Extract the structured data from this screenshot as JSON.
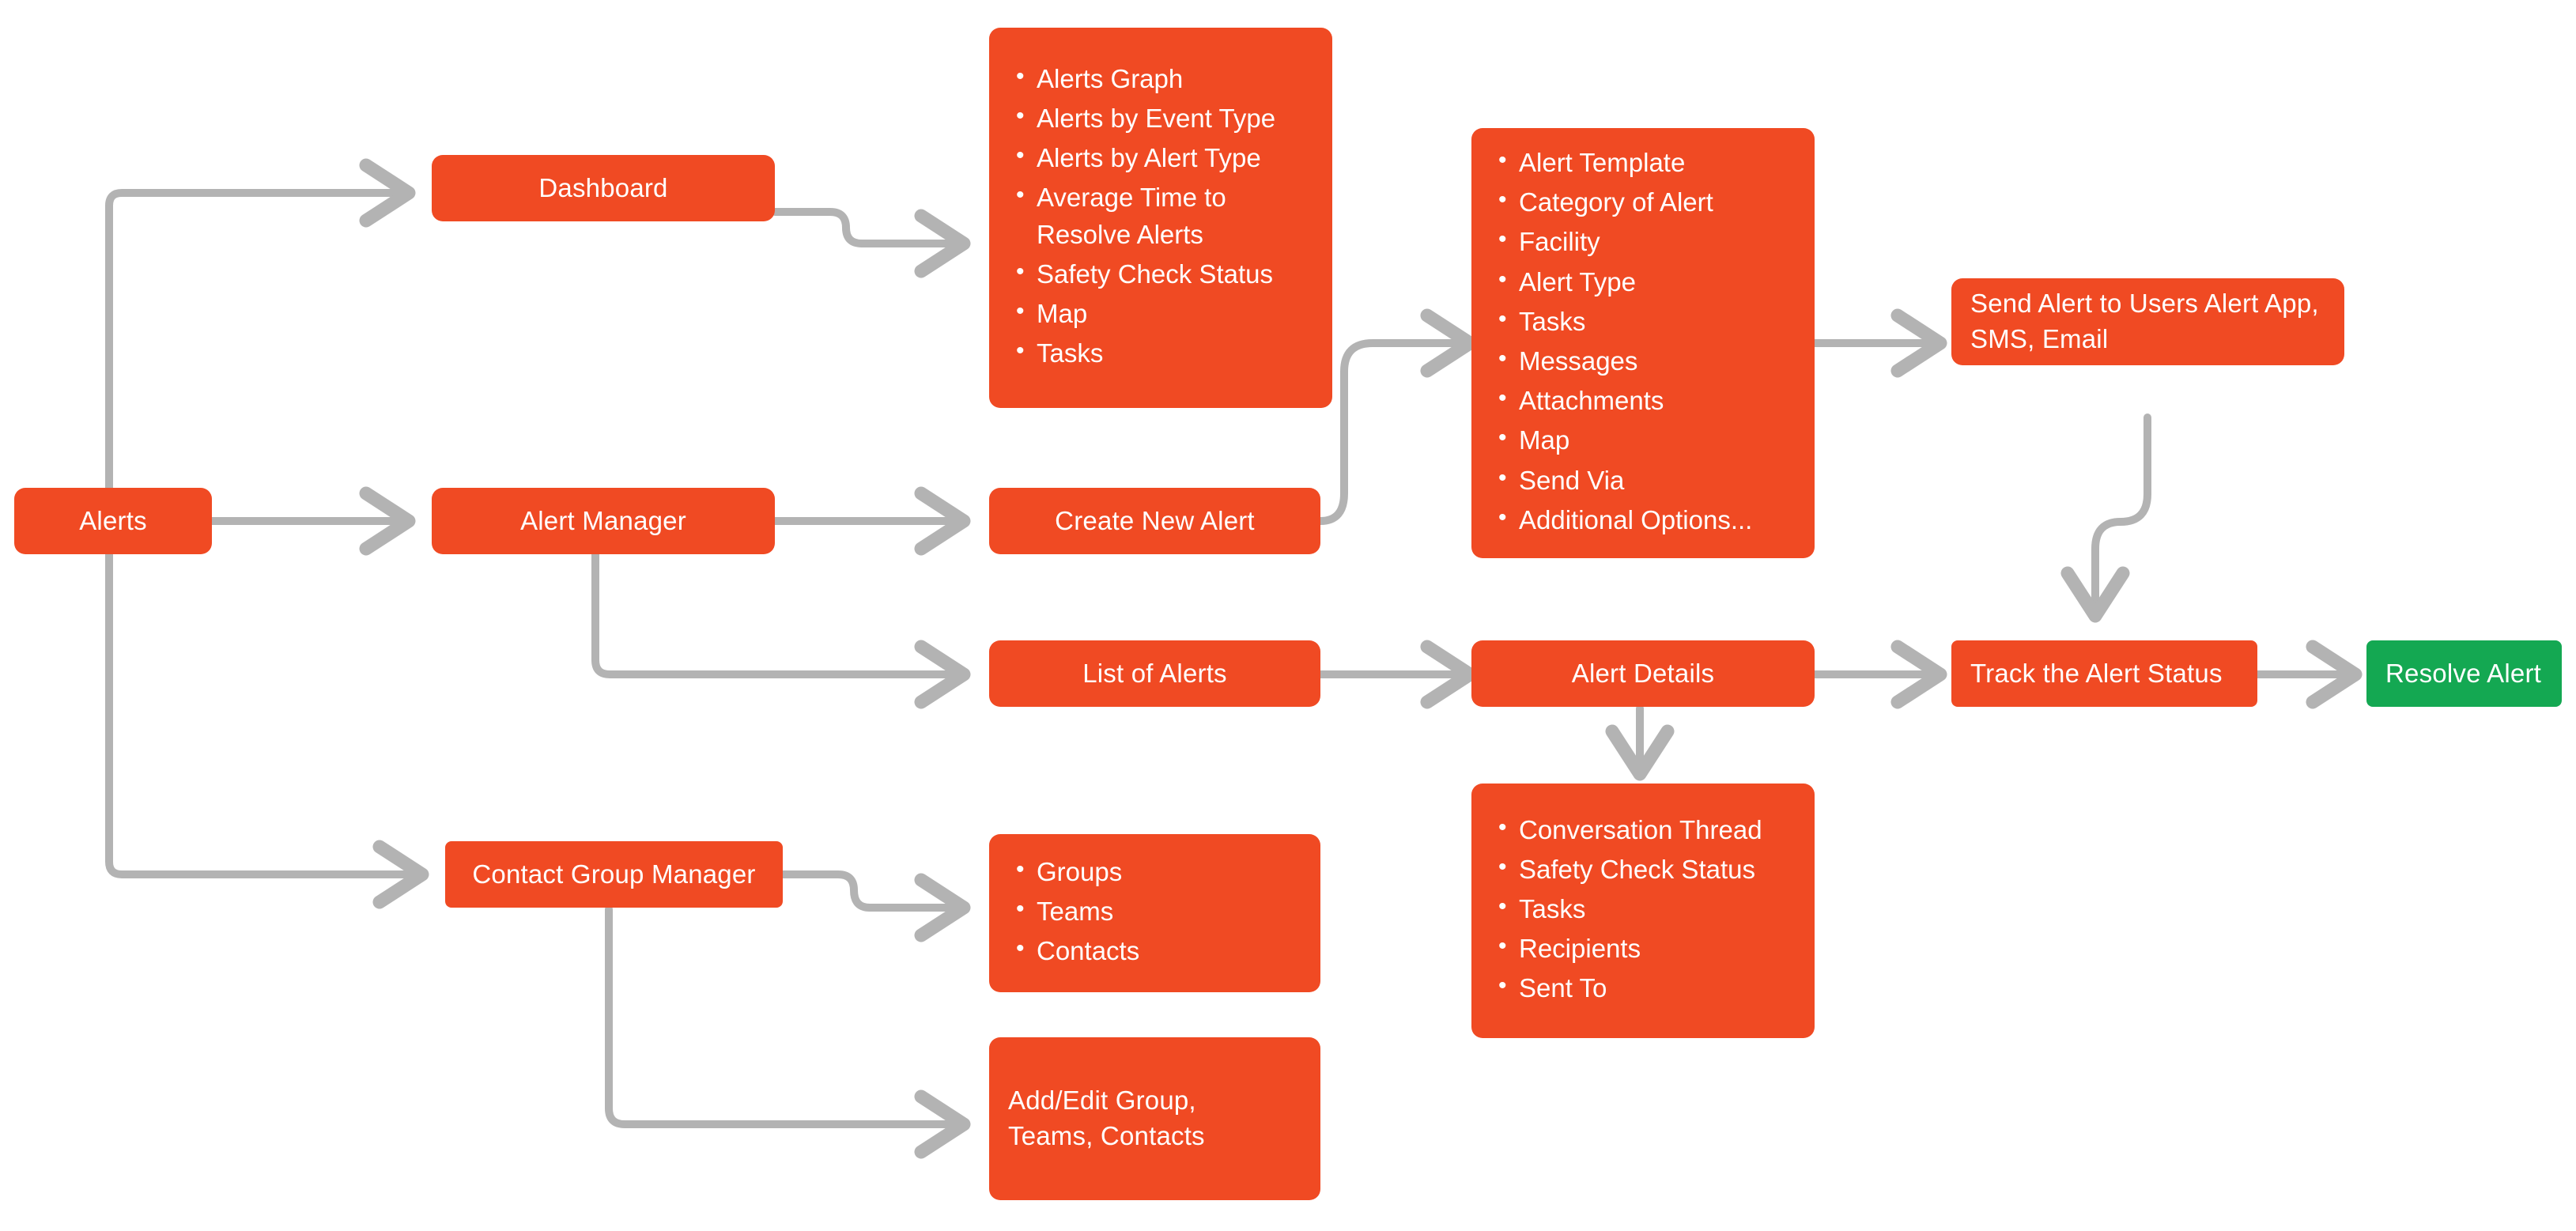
{
  "diagram": {
    "title": "Alerts Module Flow",
    "colors": {
      "primary": "#F04A23",
      "success": "#14A852",
      "connector": "#B3B3B3",
      "text_on_fill": "#FFFFFF",
      "background": "#FFFFFF"
    }
  },
  "nodes": {
    "alerts": {
      "label": "Alerts"
    },
    "dashboard": {
      "label": "Dashboard"
    },
    "alert_manager": {
      "label": "Alert Manager"
    },
    "contact_group_manager": {
      "label": "Contact Group Manager"
    },
    "create_new_alert": {
      "label": "Create New Alert"
    },
    "list_of_alerts": {
      "label": "List of Alerts"
    },
    "alert_details": {
      "label": "Alert Details"
    },
    "send_alert": {
      "label": "Send Alert to Users Alert App, SMS, Email"
    },
    "track_alert_status": {
      "label": "Track the Alert Status"
    },
    "resolve_alert": {
      "label": "Resolve Alert"
    },
    "add_edit_group": {
      "label": "Add/Edit Group,\nTeams, Contacts"
    }
  },
  "lists": {
    "dashboard_features": {
      "items": [
        "Alerts Graph",
        "Alerts by Event Type",
        "Alerts by Alert Type",
        "Average Time to\nResolve Alerts",
        "Safety Check Status",
        "Map",
        "Tasks"
      ]
    },
    "create_alert_fields": {
      "items": [
        "Alert Template",
        "Category of Alert",
        "Facility",
        "Alert Type",
        "Tasks",
        "Messages",
        "Attachments",
        "Map",
        "Send Via",
        "Additional Options..."
      ]
    },
    "alert_details_fields": {
      "items": [
        "Conversation Thread",
        "Safety Check Status",
        "Tasks",
        "Recipients",
        "Sent To"
      ]
    },
    "contact_group_entities": {
      "items": [
        "Groups",
        "Teams",
        "Contacts"
      ]
    }
  }
}
